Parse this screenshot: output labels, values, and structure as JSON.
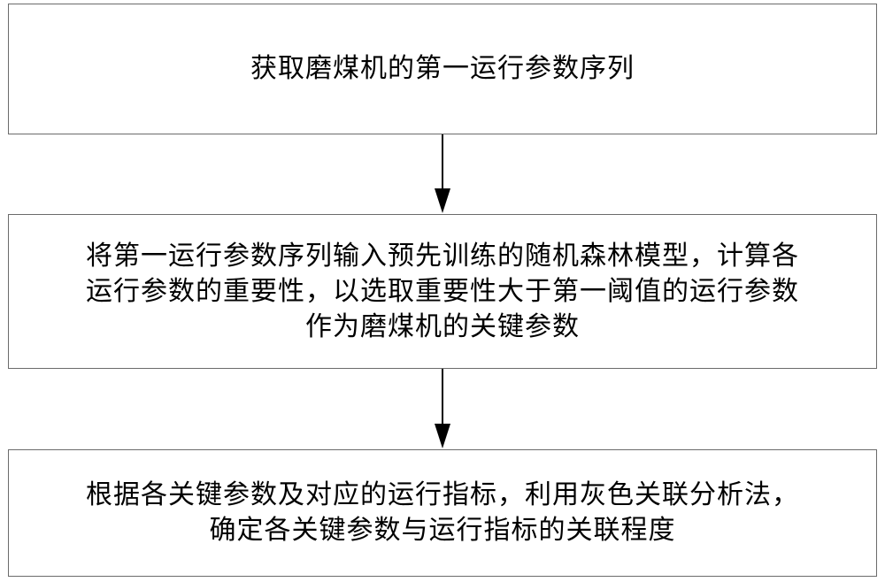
{
  "flowchart": {
    "steps": [
      {
        "lines": [
          "获取磨煤机的第一运行参数序列"
        ]
      },
      {
        "lines": [
          "将第一运行参数序列输入预先训练的随机森林模型，计算各",
          "运行参数的重要性，以选取重要性大于第一阈值的运行参数",
          "作为磨煤机的关键参数"
        ]
      },
      {
        "lines": [
          "根据各关键参数及对应的运行指标，利用灰色关联分析法，",
          "确定各关键参数与运行指标的关联程度"
        ]
      }
    ],
    "colors": {
      "box_border": "#6b6b6b",
      "arrow": "#000000",
      "text": "#000000"
    }
  }
}
